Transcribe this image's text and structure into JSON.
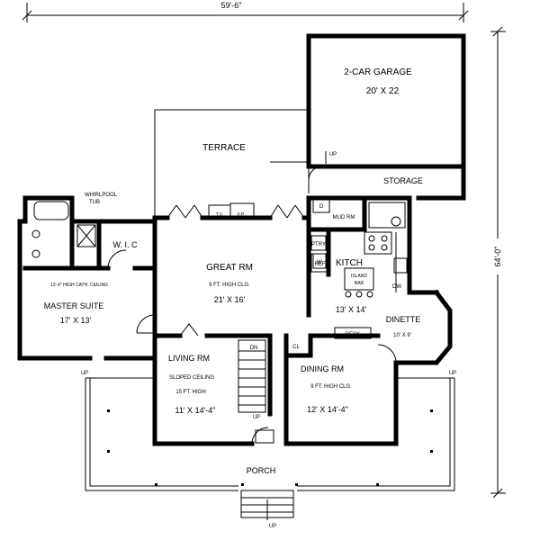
{
  "dimensions": {
    "width": "59'-6\"",
    "depth": "64'-0\""
  },
  "rooms": {
    "garage": {
      "name": "2-CAR GARAGE",
      "size": "20' X 22"
    },
    "storage": {
      "name": "STORAGE"
    },
    "terrace": {
      "name": "TERRACE"
    },
    "great_rm": {
      "name": "GREAT RM",
      "note": "9 FT. HIGH CLG.",
      "size": "21' X 16'"
    },
    "kitchen": {
      "name": "KITCH",
      "size": "13' X 14'"
    },
    "master": {
      "name": "MASTER SUITE",
      "size": "17' X 13'",
      "note": "13'-4\" HIGH CATH. CEILING"
    },
    "living": {
      "name": "LIVING RM",
      "note1": "SLOPED CEILING",
      "note2": "15 FT. HIGH",
      "size": "11' X 14'-4\""
    },
    "dining": {
      "name": "DINING RM",
      "note": "9 FT. HIGH CLG.",
      "size": "12' X 14'-4\""
    },
    "dinette": {
      "name": "DINETTE",
      "size": "10' X 9'"
    },
    "porch": {
      "name": "PORCH"
    }
  },
  "labels": {
    "whirlpool1": "WHIRLPOOL",
    "whirlpool2": "TUB",
    "wic": "W. I. C",
    "mud_rm": "MUD RM",
    "ptry": "PTRY",
    "w": "W",
    "d": "D",
    "ref": "REF.",
    "dw": "DW",
    "island1": "ISLAND",
    "island2": "BAR",
    "desk": "DESK",
    "cl": "CL",
    "dn": "DN",
    "tv": "T.V.",
    "fp": "F.P.",
    "up": "UP"
  }
}
